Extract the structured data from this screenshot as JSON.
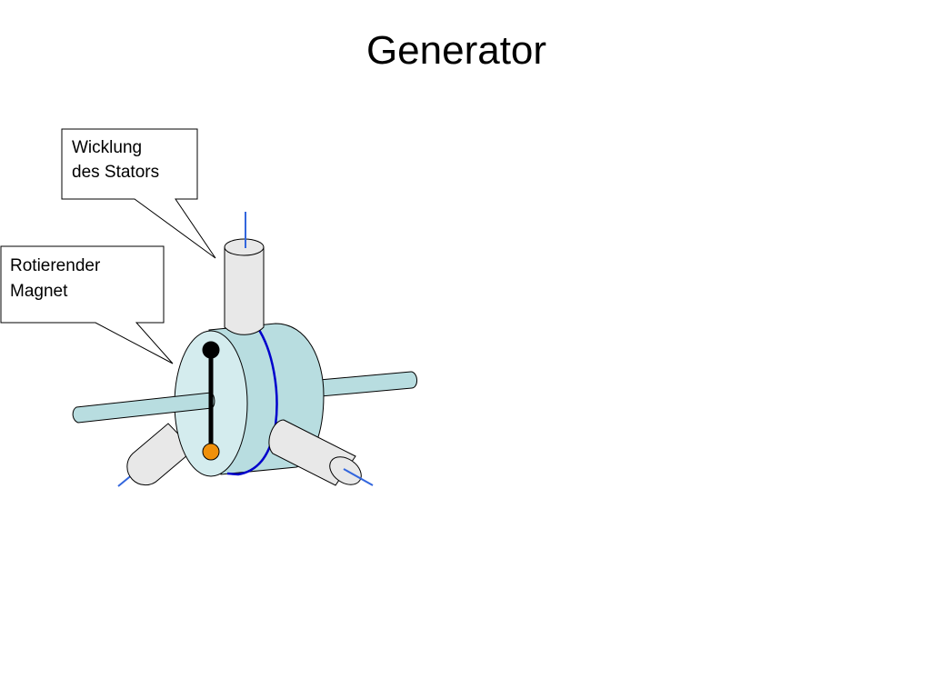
{
  "slide": {
    "title": "Generator"
  },
  "callouts": {
    "stator_winding": {
      "line1": "Wicklung",
      "line2": "des Stators"
    },
    "rotating_magnet": {
      "line1": "Rotierender",
      "line2": "Magnet"
    }
  },
  "colors": {
    "housing_fill": "#b8dde0",
    "disc_fill": "#d4ecee",
    "coil_fill": "#e8e8e8",
    "winding_wire": "#0000cc",
    "lead_wire": "#3366dd",
    "magnet_north": "#000000",
    "magnet_south": "#f0900a"
  }
}
